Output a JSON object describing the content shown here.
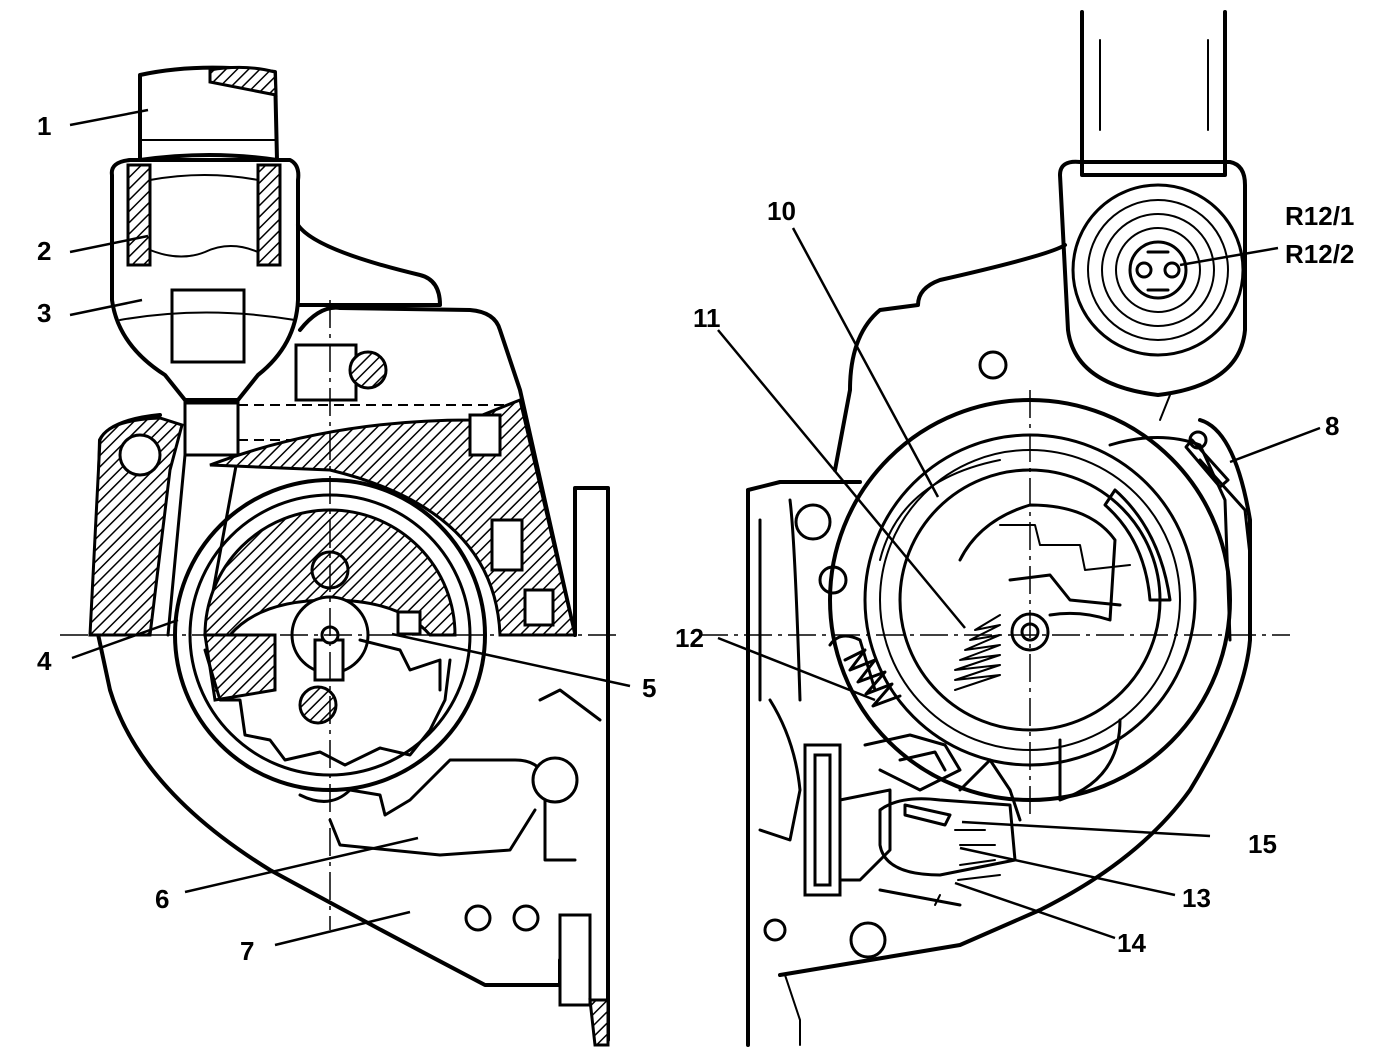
{
  "labels": {
    "l1": "1",
    "l2": "2",
    "l3": "3",
    "l4": "4",
    "l5": "5",
    "l6": "6",
    "l7": "7",
    "l8": "8",
    "l10": "10",
    "l11": "11",
    "l12": "12",
    "l13": "13",
    "l14": "14",
    "l15": "15",
    "r12_1": "R12/1",
    "r12_2": "R12/2"
  }
}
